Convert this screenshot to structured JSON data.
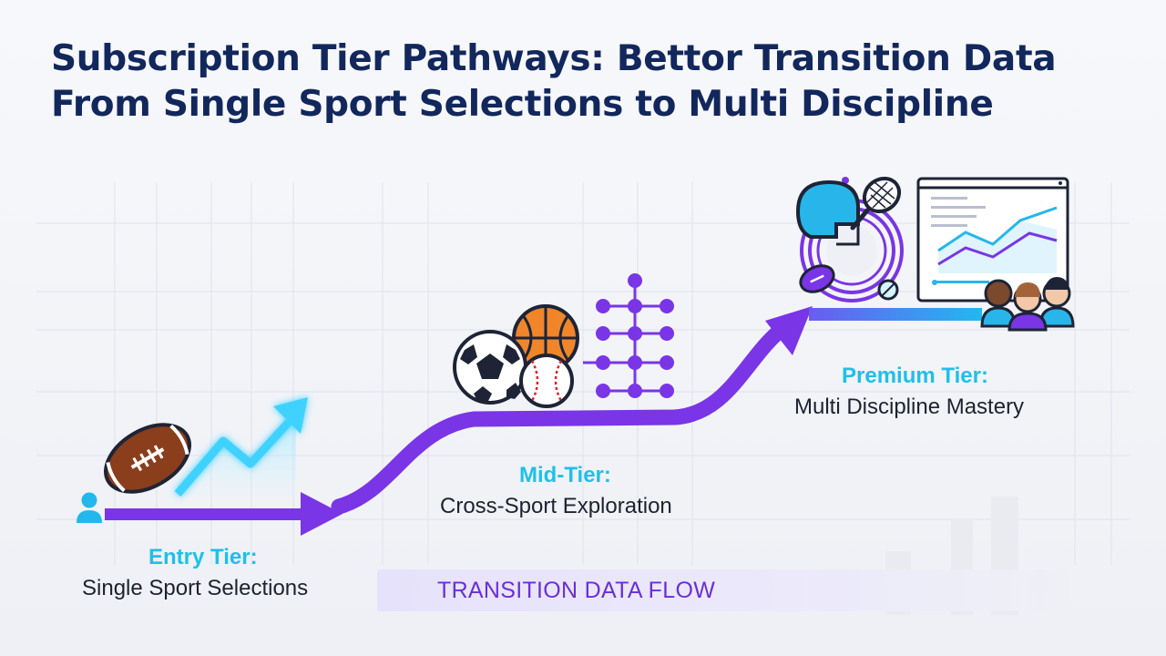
{
  "title": {
    "line1": "Subscription Tier Pathways: Bettor Transition Data",
    "line2": "From Single Sport Selections to Multi Discipline"
  },
  "tiers": [
    {
      "name": "Entry Tier:",
      "description": "Single Sport Selections"
    },
    {
      "name": "Mid-Tier:",
      "description": "Cross-Sport Exploration"
    },
    {
      "name": "Premium Tier:",
      "description": "Multi Discipline Mastery"
    }
  ],
  "flow": {
    "label": "TRANSITION DATA FLOW"
  },
  "icons": [
    "user-icon",
    "football-icon",
    "trend-up-arrow-icon",
    "soccer-ball-icon",
    "basketball-icon",
    "baseball-icon",
    "network-nodes-icon",
    "helmet-icon",
    "tennis-racket-icon",
    "sports-cluster-icon",
    "analytics-dashboard-icon",
    "users-group-icon"
  ],
  "colors": {
    "title": "#12275c",
    "accent_cyan": "#1ec0ea",
    "accent_purple": "#7a35e6",
    "flow_text": "#6a2fd8"
  }
}
